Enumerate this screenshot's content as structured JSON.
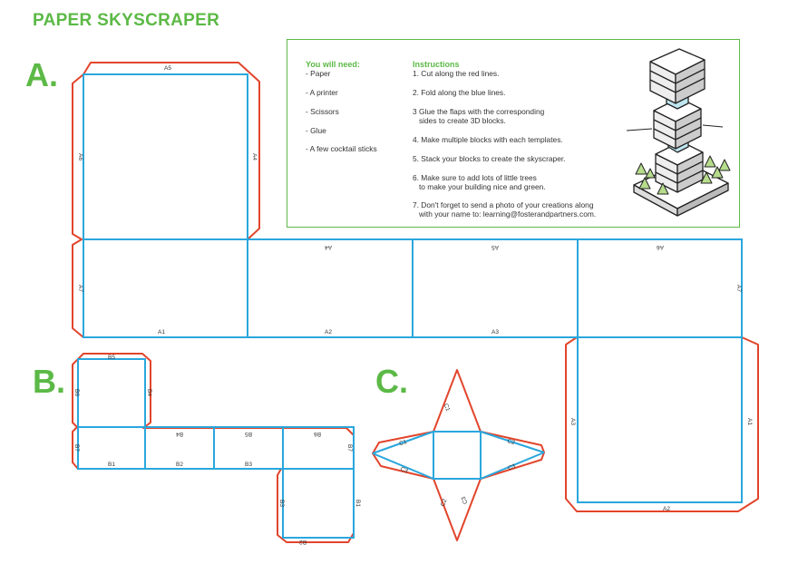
{
  "title": "PAPER SKYSCRAPER",
  "section_letters": {
    "a": "A.",
    "b": "B.",
    "c": "C."
  },
  "colors": {
    "cut": "#e2452c",
    "fold": "#2aa7dd",
    "accent": "#5cb946"
  },
  "needs": {
    "heading": "You will need:",
    "items": [
      "- Paper",
      "- A printer",
      "- Scissors",
      "- Glue",
      "- A few cocktail sticks"
    ]
  },
  "instructions": {
    "heading": "Instructions",
    "steps": [
      "1. Cut along the red lines.",
      "2. Fold along the blue lines.",
      "3 Glue the flaps with the corresponding\n   sides to create 3D blocks.",
      "4. Make multiple blocks with each templates.",
      "5. Stack your blocks to create the skyscraper.",
      "6. Make sure to add lots of little trees\n   to make your building nice and green.",
      "7. Don't forget to send a photo of your creations along\n   with your name to: learning@fosterandpartners.com."
    ]
  },
  "labels": {
    "a1": "A1",
    "a2": "A2",
    "a3": "A3",
    "a4": "A4",
    "a5": "A5",
    "a6": "A6",
    "a7": "A7",
    "b1": "B1",
    "b2": "B2",
    "b3": "B3",
    "b4": "B4",
    "b5": "B5",
    "b6": "B6",
    "b7": "B7",
    "b8": "B8",
    "c1": "C1",
    "c2": "C2",
    "c3": "C3"
  },
  "illustration": "skyscraper-illustration"
}
